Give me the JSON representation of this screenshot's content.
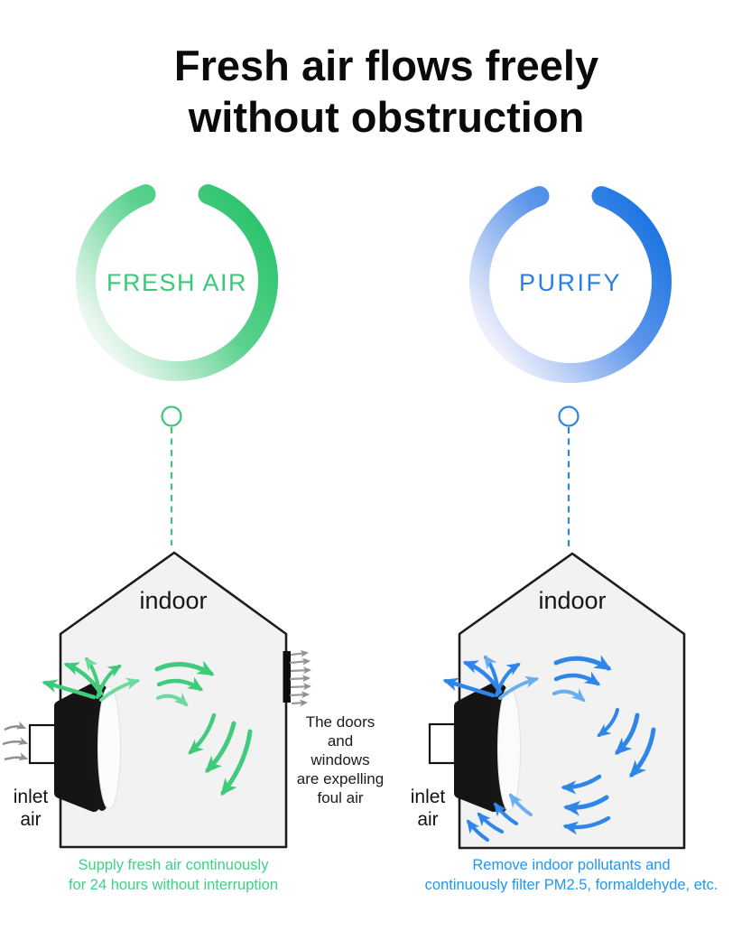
{
  "title": {
    "lines": [
      "Fresh air flows freely",
      "without obstruction"
    ]
  },
  "rings": {
    "fresh": {
      "label": "FRESH AIR",
      "color": "#3bc878"
    },
    "purify": {
      "label": "PURIFY",
      "color": "#2b7de2"
    }
  },
  "houses": {
    "left": {
      "room_label": "indoor",
      "inlet_label": {
        "lines": [
          "inlet",
          "air"
        ]
      },
      "side_note": {
        "lines": [
          "The doors",
          "and",
          "windows",
          "are expelling",
          "foul air"
        ]
      },
      "caption": {
        "lines": [
          "Supply fresh air continuously",
          "for 24 hours without interruption"
        ]
      },
      "caption_color": "#3fd185"
    },
    "right": {
      "room_label": "indoor",
      "inlet_label": {
        "lines": [
          "inlet",
          "air"
        ]
      },
      "caption": {
        "lines": [
          "Remove indoor pollutants and",
          "continuously filter PM2.5, formaldehyde, etc."
        ]
      },
      "caption_color": "#2196f3"
    }
  },
  "colors": {
    "fresh_green": "#3ecb79",
    "fresh_green_light": "#eef8f2",
    "purify_blue": "#2b7de2",
    "purify_blue_light": "#edeffb",
    "arrow_gray": "#909090",
    "house_fill": "#f2f2f2",
    "outline_black": "#1c1c1c"
  }
}
